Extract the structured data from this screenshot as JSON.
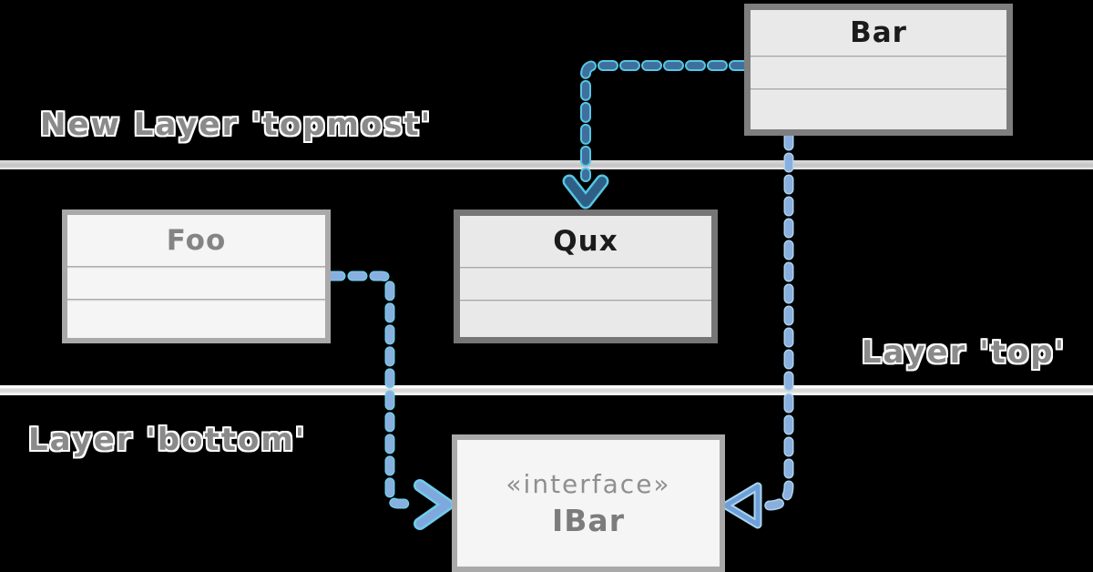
{
  "layers": {
    "topmost_label": "New Layer 'topmost'",
    "top_label": "Layer 'top'",
    "bottom_label": "Layer 'bottom'"
  },
  "classes": {
    "bar": {
      "title": "Bar",
      "compartments": 3
    },
    "foo": {
      "title": "Foo",
      "compartments": 3
    },
    "qux": {
      "title": "Qux",
      "compartments": 3
    },
    "ibar": {
      "stereotype": "«interface»",
      "title": "IBar"
    }
  },
  "arrows": {
    "bar_to_qux": {
      "from": "Bar",
      "to": "Qux",
      "line": "dashed",
      "head": "chevron",
      "color": "#3f6f9c",
      "rim": "#54c6e4",
      "head_color": "#305f86"
    },
    "foo_to_ibar": {
      "from": "Foo",
      "to": "IBar",
      "line": "dashed",
      "head": "chevron",
      "color": "#8aaede",
      "rim": "#6fcdea",
      "head_color": "#7fa9dd"
    },
    "bar_to_ibar": {
      "from": "Bar",
      "to": "IBar",
      "line": "dashed",
      "head": "hollow-triangle",
      "color": "#8aaede",
      "rim": "#a9d4ee",
      "head_color": "#6f9fd8"
    }
  },
  "colors": {
    "background": "#000000",
    "separator_dark": "#c2c2c2",
    "separator_light": "#d9d9d9",
    "label_text": "#8a8a8a",
    "box_fill_dark": "#e9e9e9",
    "box_fill_light": "#f5f5f5",
    "box_border_dark": "#767676",
    "box_border_light": "#a9a9a9",
    "title_dark": "#1b1b1b",
    "title_gray": "#848484"
  }
}
